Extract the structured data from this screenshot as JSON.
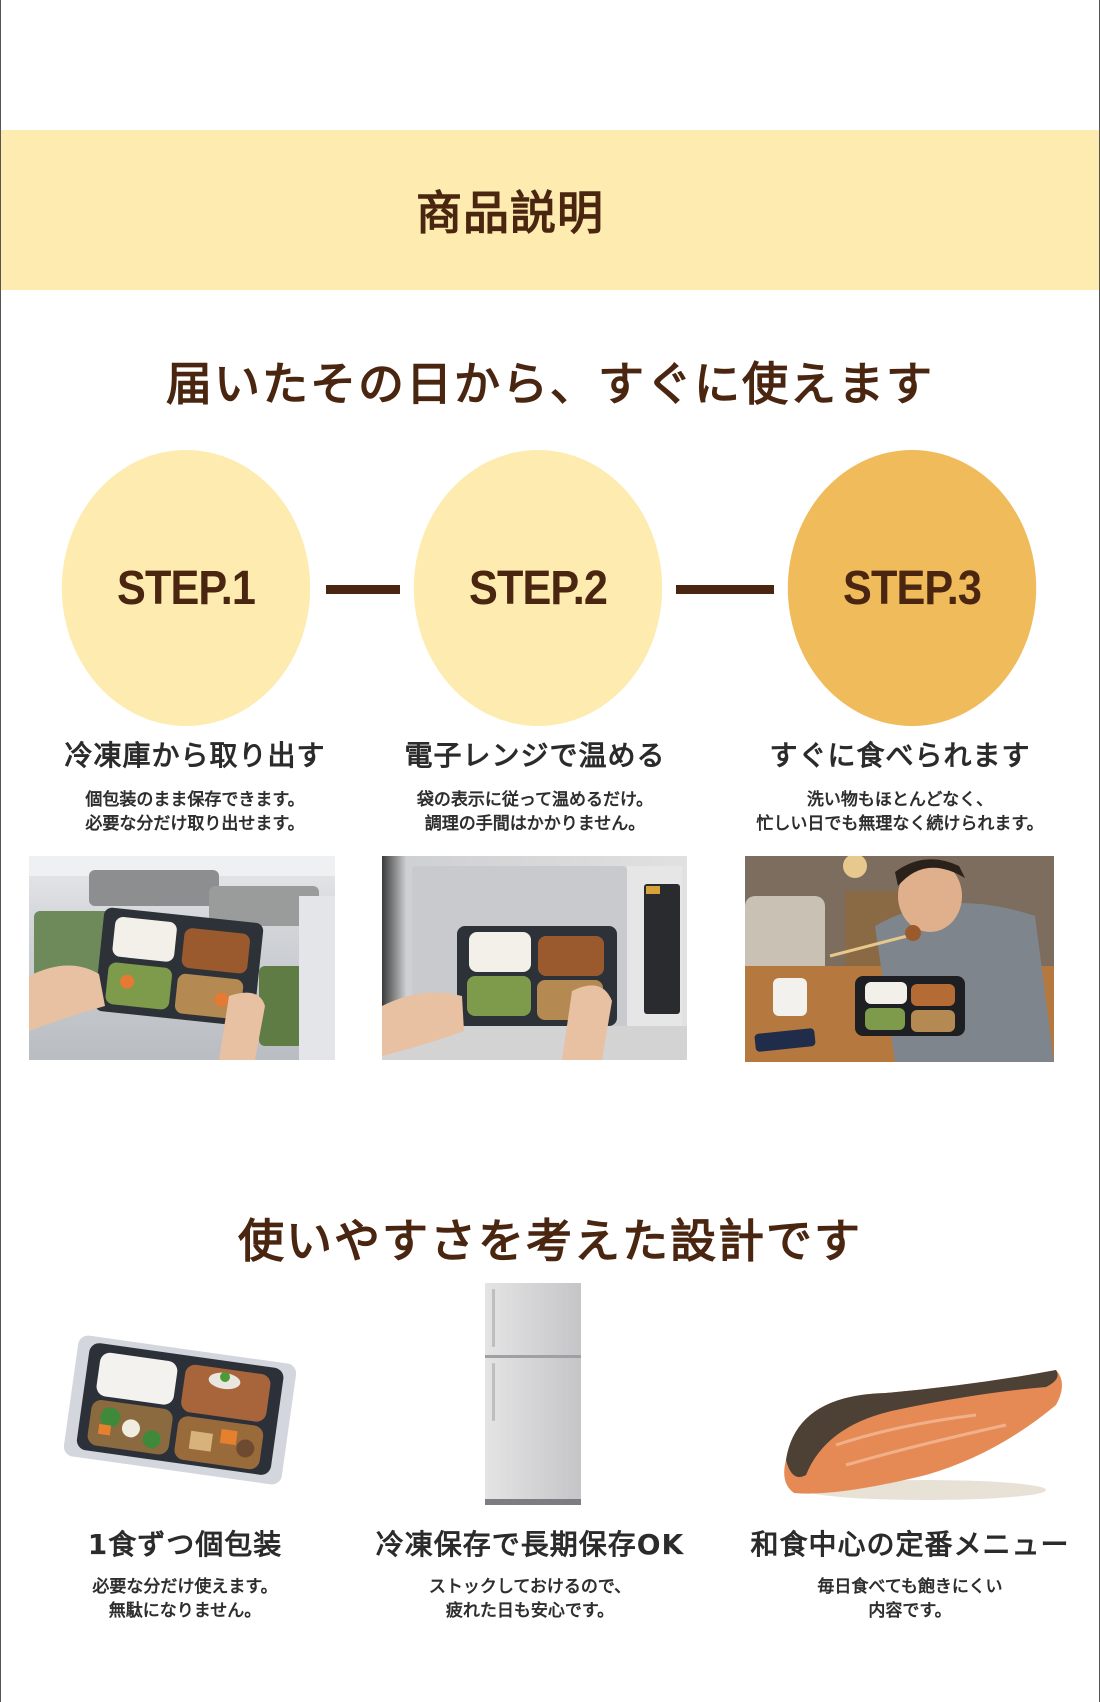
{
  "banner": {
    "title": "商品説明"
  },
  "section_steps": {
    "heading": "届いたその日から、すぐに使えます",
    "steps": [
      {
        "badge": "STEP.1",
        "title": "冷凍庫から取り出す",
        "desc_line1": "個包装のまま保存できます。",
        "desc_line2": "必要な分だけ取り出せます。",
        "image": "freezer-drawer-meal-tray-photo"
      },
      {
        "badge": "STEP.2",
        "title": "電子レンジで温める",
        "desc_line1": "袋の表示に従って温めるだけ。",
        "desc_line2": "調理の手間はかかりません。",
        "image": "microwave-meal-tray-photo"
      },
      {
        "badge": "STEP.3",
        "title": "すぐに食べられます",
        "desc_line1": "洗い物もほとんどなく、",
        "desc_line2": "忙しい日でも無理なく続けられます。",
        "image": "man-eating-meal-photo"
      }
    ]
  },
  "section_features": {
    "heading": "使いやすさを考えた設計です",
    "features": [
      {
        "title": "1食ずつ個包装",
        "desc_line1": "必要な分だけ使えます。",
        "desc_line2": "無駄になりません。",
        "image": "packaged-meal-tray-image"
      },
      {
        "title": "冷凍保存で長期保存OK",
        "desc_line1": "ストックしておけるので、",
        "desc_line2": "疲れた日も安心です。",
        "image": "refrigerator-image"
      },
      {
        "title": "和食中心の定番メニュー",
        "desc_line1": "毎日食べても飽きにくい",
        "desc_line2": "内容です。",
        "image": "grilled-salmon-image"
      }
    ]
  },
  "colors": {
    "banner_bg": "#fdebb0",
    "heading_text": "#4a2611",
    "step_circle_light": "#fdebb0",
    "step_circle_active": "#f0bb5b",
    "connector": "#4a2611",
    "body_text": "#2b2b2b"
  }
}
